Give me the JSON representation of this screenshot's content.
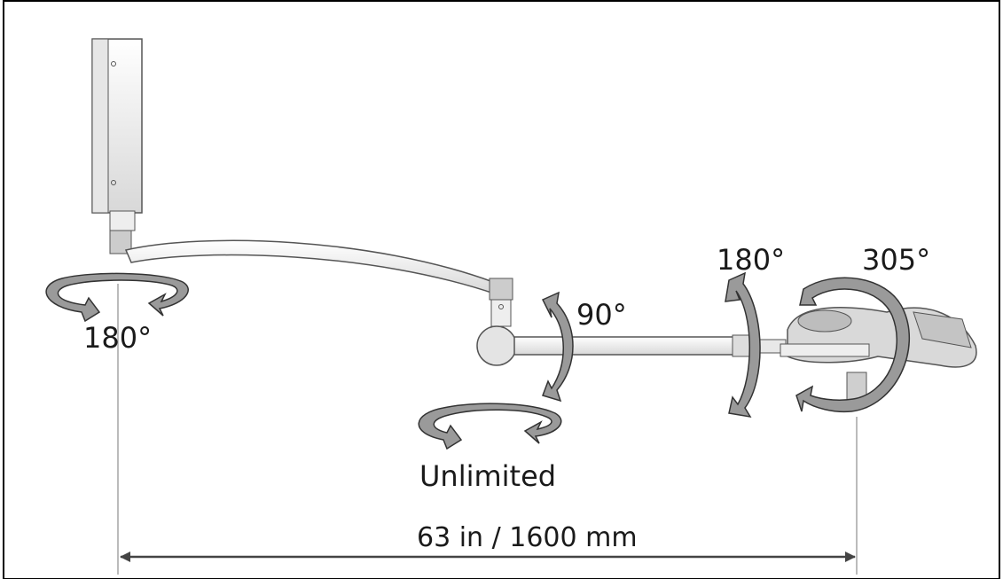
{
  "labels": {
    "mount_rotation": "180°",
    "joint_tilt": "90°",
    "axis_rotation": "Unlimited",
    "head_rotation": "180°",
    "head_tilt": "305°",
    "reach": "63 in / 1600 mm"
  },
  "colors": {
    "frame": "#000000",
    "arrow_fill": "#9a9a9a",
    "arrow_stroke": "#333333",
    "arm_fill": "#f2f2f2",
    "arm_stroke": "#555555",
    "dimension_line": "#444444"
  }
}
